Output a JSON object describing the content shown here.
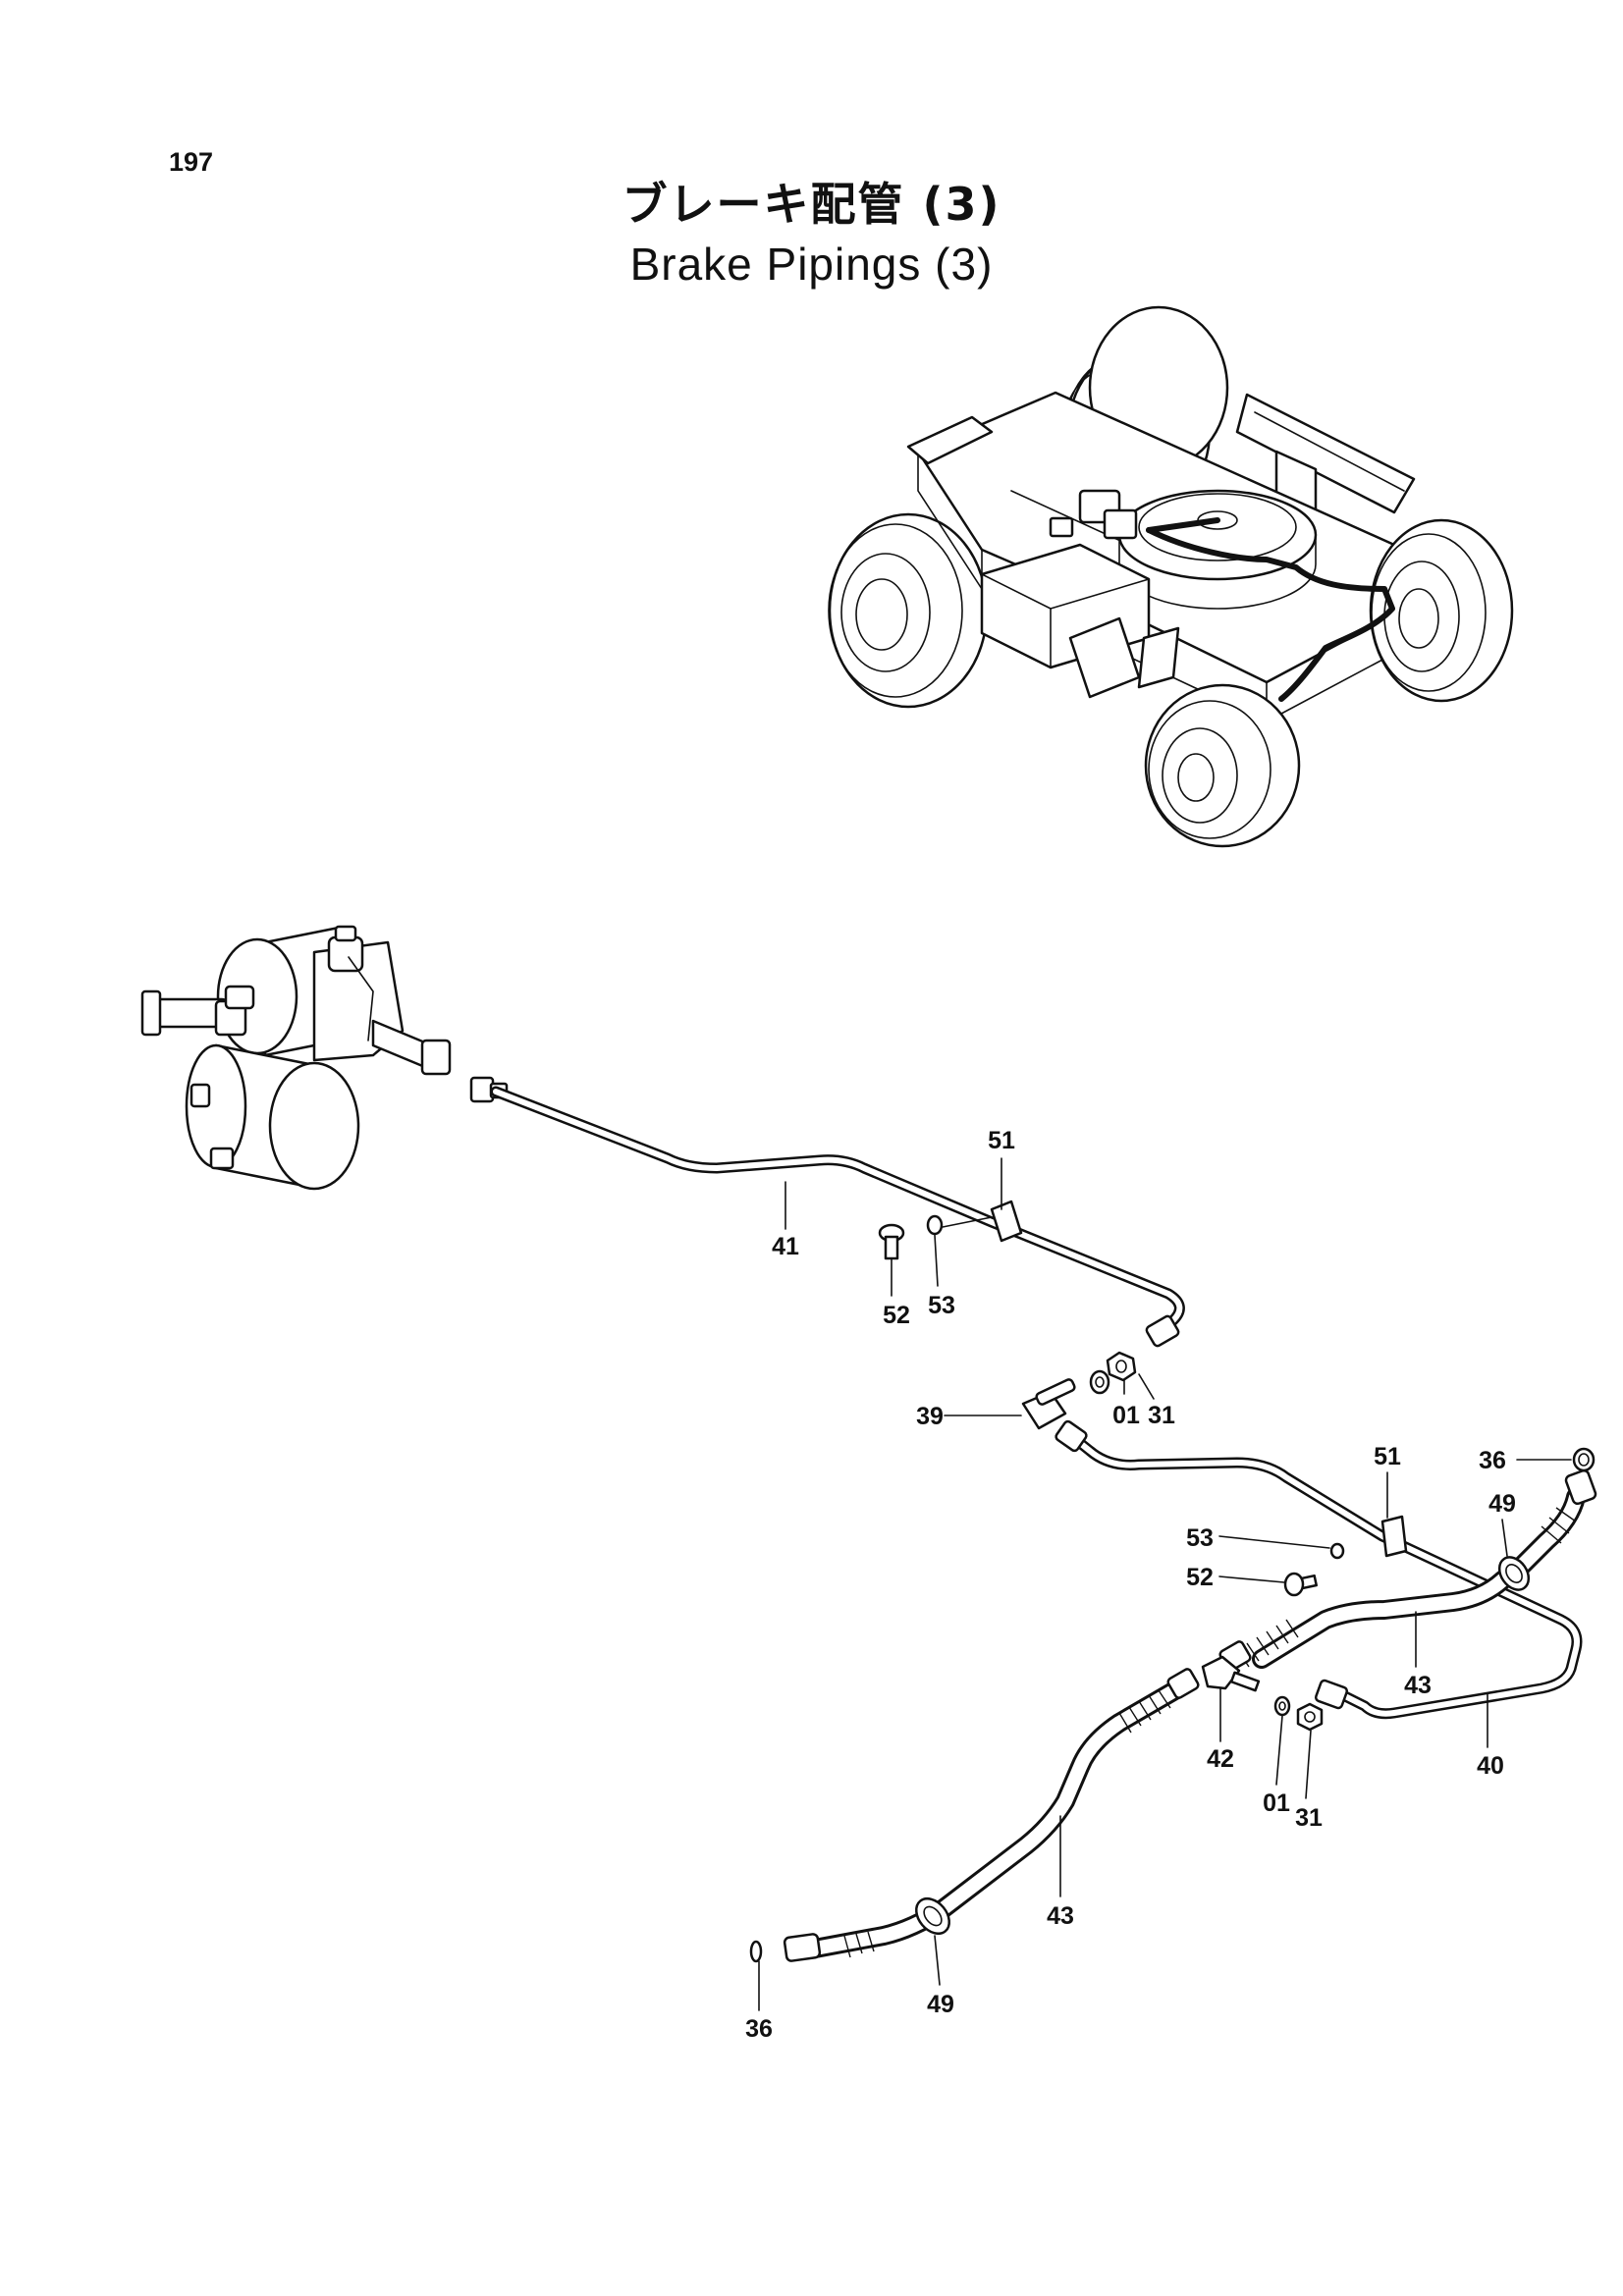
{
  "page_number": "197",
  "title_jp": "ブレーキ配管 (3)",
  "title_en": "Brake Pipings (3)",
  "callouts": {
    "c51a": "51",
    "c41": "41",
    "c52a": "52",
    "c53a": "53",
    "c39": "39",
    "c01a": "01",
    "c31a": "31",
    "c51b": "51",
    "c36a": "36",
    "c49a": "49",
    "c53b": "53",
    "c52b": "52",
    "c43a": "43",
    "c40": "40",
    "c42": "42",
    "c01b": "01",
    "c31b": "31",
    "c43b": "43",
    "c49b": "49",
    "c36b": "36"
  }
}
